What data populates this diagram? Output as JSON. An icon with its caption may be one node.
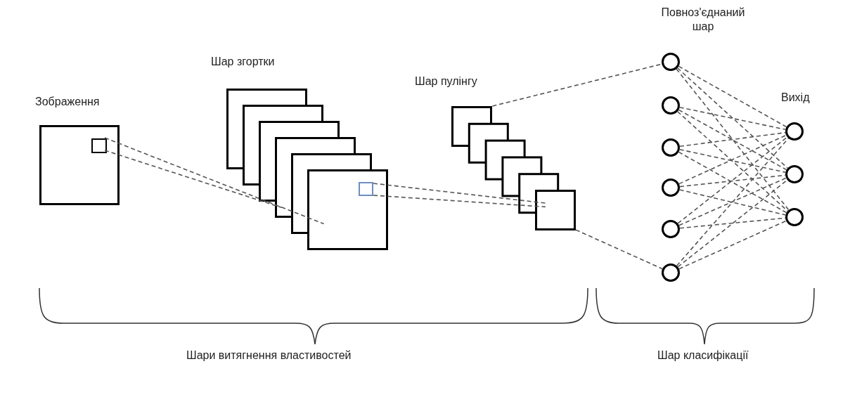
{
  "diagram": {
    "nodes": [
      {
        "text": [],
        "shape": "box"
      },
      {
        "text": [],
        "shape": "box",
        "in": 0
      },
      {
        "text": [],
        "shape": "stack"
      },
      {
        "text": [],
        "shape": "box",
        "in": 2
      },
      {
        "text": [],
        "shape": "stack"
      },
      {
        "text": [],
        "shape": "circle"
      },
      {
        "text": [],
        "shape": "circle"
      },
      {
        "text": [],
        "shape": "circle"
      },
      {
        "text": [],
        "shape": "circle"
      },
      {
        "text": [],
        "shape": "circle"
      },
      {
        "text": [],
        "shape": "circle"
      },
      {
        "text": [],
        "shape": "circle"
      },
      {
        "text": [],
        "shape": "circle"
      },
      {
        "text": [],
        "shape": "circle"
      }
    ],
    "edges": [
      {
        "from": 1,
        "to": 2,
        "arrow": "none",
        "style": "dashed"
      },
      {
        "from": 1,
        "to": 2,
        "arrow": "none",
        "style": "dashed"
      },
      {
        "from": 3,
        "to": 4,
        "arrow": "none",
        "style": "dashed"
      },
      {
        "from": 3,
        "to": 4,
        "arrow": "none",
        "style": "dashed"
      },
      {
        "from": 4,
        "to": 5,
        "arrow": "none",
        "style": "dashed"
      },
      {
        "from": 4,
        "to": 10,
        "arrow": "none",
        "style": "dashed"
      },
      {
        "from": 5,
        "to": 11,
        "arrow": "none",
        "style": "dashed"
      },
      {
        "from": 5,
        "to": 12,
        "arrow": "none",
        "style": "dashed"
      },
      {
        "from": 5,
        "to": 13,
        "arrow": "none",
        "style": "dashed"
      },
      {
        "from": 6,
        "to": 11,
        "arrow": "none",
        "style": "dashed"
      },
      {
        "from": 6,
        "to": 12,
        "arrow": "none",
        "style": "dashed"
      },
      {
        "from": 6,
        "to": 13,
        "arrow": "none",
        "style": "dashed"
      },
      {
        "from": 7,
        "to": 11,
        "arrow": "none",
        "style": "dashed"
      },
      {
        "from": 7,
        "to": 12,
        "arrow": "none",
        "style": "dashed"
      },
      {
        "from": 7,
        "to": 13,
        "arrow": "none",
        "style": "dashed"
      },
      {
        "from": 8,
        "to": 11,
        "arrow": "none",
        "style": "dashed"
      },
      {
        "from": 8,
        "to": 12,
        "arrow": "none",
        "style": "dashed"
      },
      {
        "from": 8,
        "to": 13,
        "arrow": "none",
        "style": "dashed"
      },
      {
        "from": 9,
        "to": 11,
        "arrow": "none",
        "style": "dashed"
      },
      {
        "from": 9,
        "to": 12,
        "arrow": "none",
        "style": "dashed"
      },
      {
        "from": 9,
        "to": 13,
        "arrow": "none",
        "style": "dashed"
      },
      {
        "from": 10,
        "to": 11,
        "arrow": "none",
        "style": "dashed"
      },
      {
        "from": 10,
        "to": 12,
        "arrow": "none",
        "style": "dashed"
      },
      {
        "from": 10,
        "to": 13,
        "arrow": "none",
        "style": "dashed"
      }
    ],
    "labels": [
      "Повноз'єднаний шар",
      "Шар згортки",
      "Шар пулінгу",
      "Зображення",
      "Вихід",
      "Шари витягнення властивостей",
      "Шар класифікації"
    ]
  }
}
